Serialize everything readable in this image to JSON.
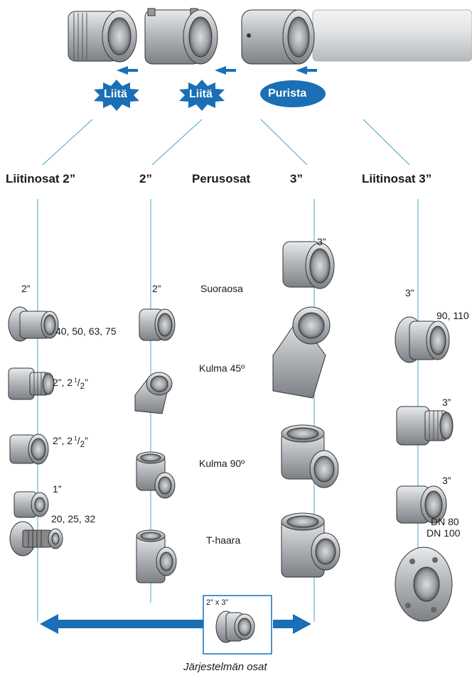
{
  "colors": {
    "line": "#4aa3c8",
    "blue": "#1a6fb5",
    "metal": "#b8bcc0"
  },
  "top_actions": {
    "join_1": "Liitä",
    "join_2": "Liitä",
    "press": "Purista"
  },
  "headers": {
    "fittings_2": "Liitinosat 2”",
    "size_2": "2”",
    "base": "Perusosat",
    "size_3": "3”",
    "fittings_3": "Liitinosat 3”"
  },
  "col_fittings_2": {
    "size_label": "2”",
    "items": [
      "40, 50, 63, 75",
      "2”, 2",
      "2”, 2",
      "1”",
      "20, 25, 32"
    ],
    "fraction_suffix": "1/2”"
  },
  "col_base_2": {
    "size_label": "2”"
  },
  "base_names": [
    "Suoraosa",
    "Kulma 45º",
    "Kulma 90º",
    "T-haara"
  ],
  "col_base_3": {
    "size_label": "3”"
  },
  "col_fittings_3": {
    "size_label": "3”",
    "items": [
      "90, 110",
      "3”",
      "3”",
      "DN 80",
      "DN 100"
    ]
  },
  "reducer": {
    "label": "2” x 3”"
  },
  "caption": "Järjestelmän osat"
}
